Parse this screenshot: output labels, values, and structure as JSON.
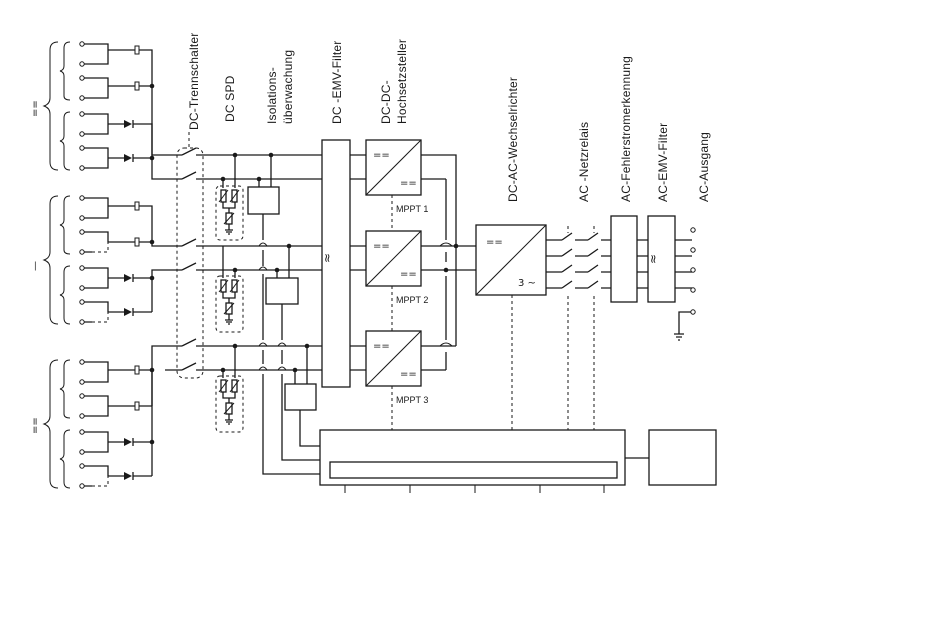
{
  "headers": {
    "dc_disconnect": "DC-Trennschalter",
    "dc_spd": "DC SPD",
    "insulation_1": "Isolations-",
    "insulation_2": "überwachung",
    "dc_emc": "DC -EMV-Filter",
    "boost_1": "DC-DC-",
    "boost_2": "Hochsetzsteller",
    "inverter": "DC-AC-Wechselrichter",
    "grid_relay": "AC -Netzrelais",
    "rcd": "AC-Fehlerstromerkennung",
    "ac_emc": "AC-EMV-Filter",
    "ac_output": "AC-Ausgang"
  },
  "labels": {
    "mppt1": "MPPT 1",
    "mppt2": "MPPT 2",
    "mppt3": "MPPT 3",
    "dc_symbol": "==",
    "filter_symbol": "≈",
    "three_phase": "3 ~"
  },
  "string_markers": [
    "==",
    "—",
    "=="
  ],
  "icons": [
    "pv-string-icon",
    "bypass-diode-icon",
    "fuse-icon",
    "disconnect-switch-icon",
    "varistor-icon",
    "ground-icon",
    "relay-contact-icon",
    "output-terminal-icon"
  ]
}
